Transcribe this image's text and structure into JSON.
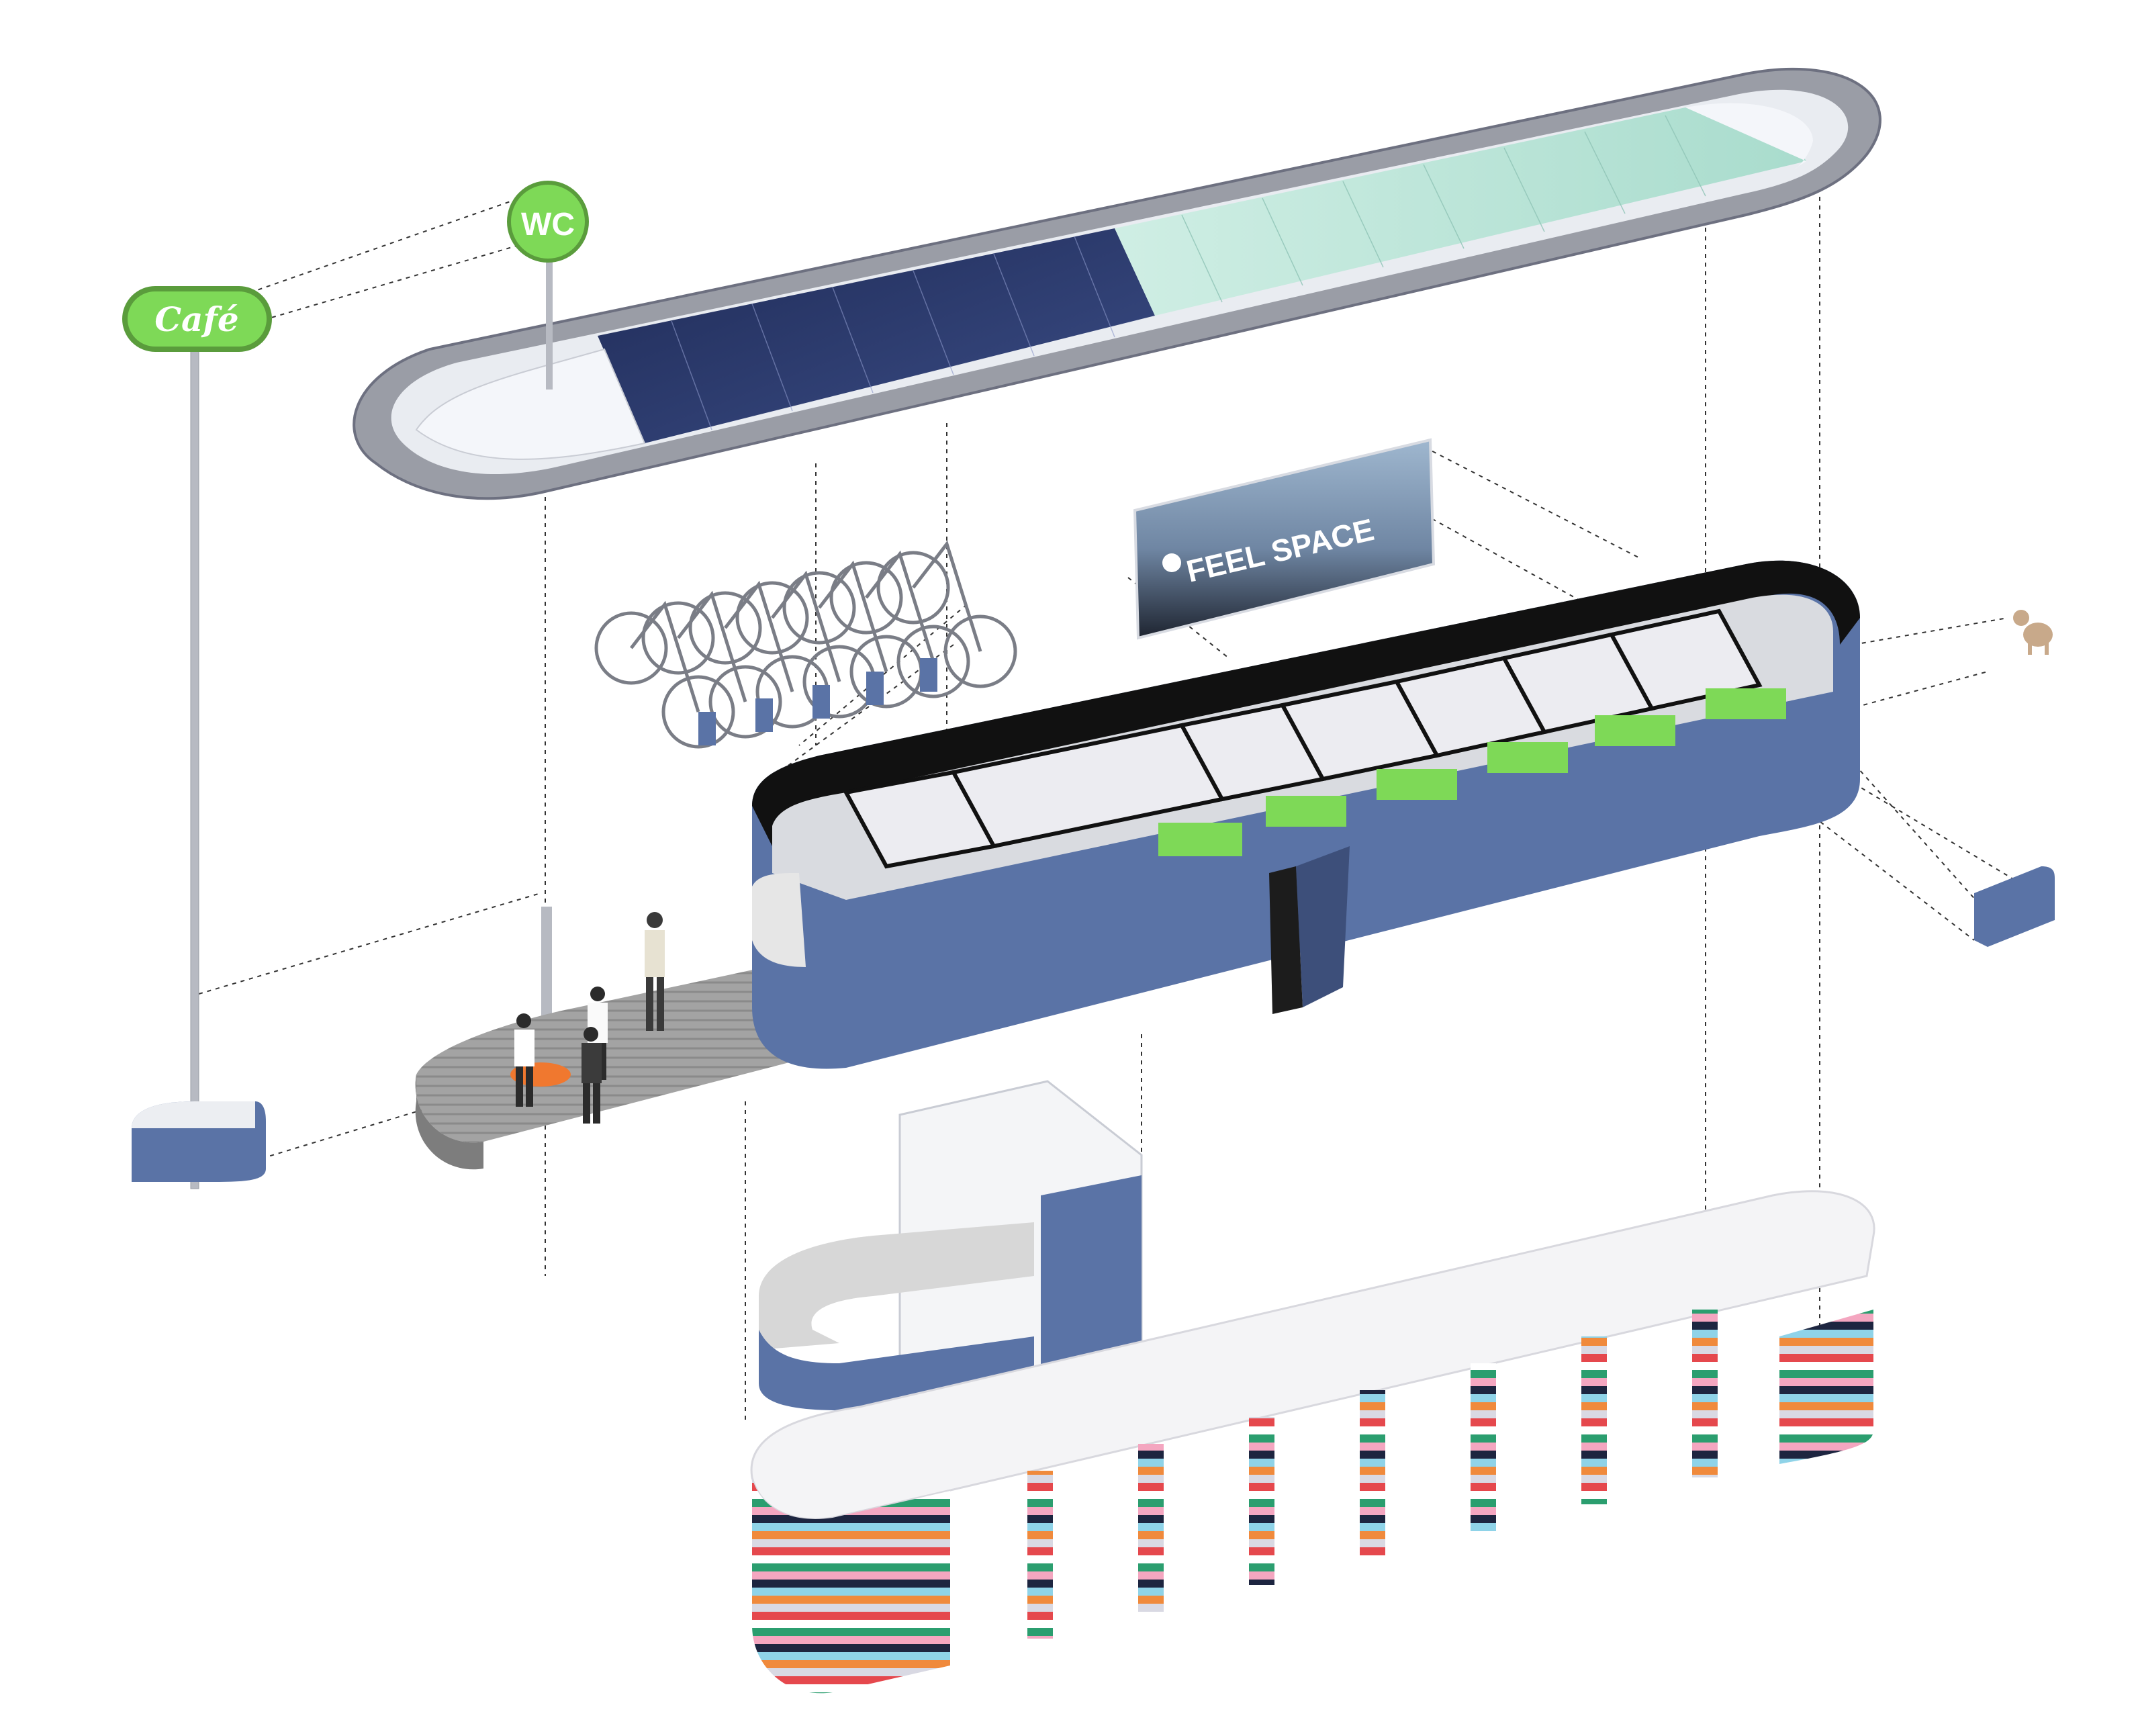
{
  "signs": {
    "cafe": "Café",
    "wc": "WC",
    "billboard": "FEEL SPACE"
  },
  "colors": {
    "module_blue": "#5a73a6",
    "sign_green": "#7ed957",
    "solar_panel": "#2b3a67",
    "glass_roof": "#bfe6dc",
    "roof_rim": "#8c8f98",
    "deck": "#9a9a9a",
    "seat_orange": "#f0782f",
    "dashed_lines": "#333333"
  },
  "icons": [
    "cafe-sign-icon",
    "wc-sign-icon",
    "toilet-symbol-icon",
    "bicycle-icon",
    "person-icon",
    "dog-icon"
  ]
}
